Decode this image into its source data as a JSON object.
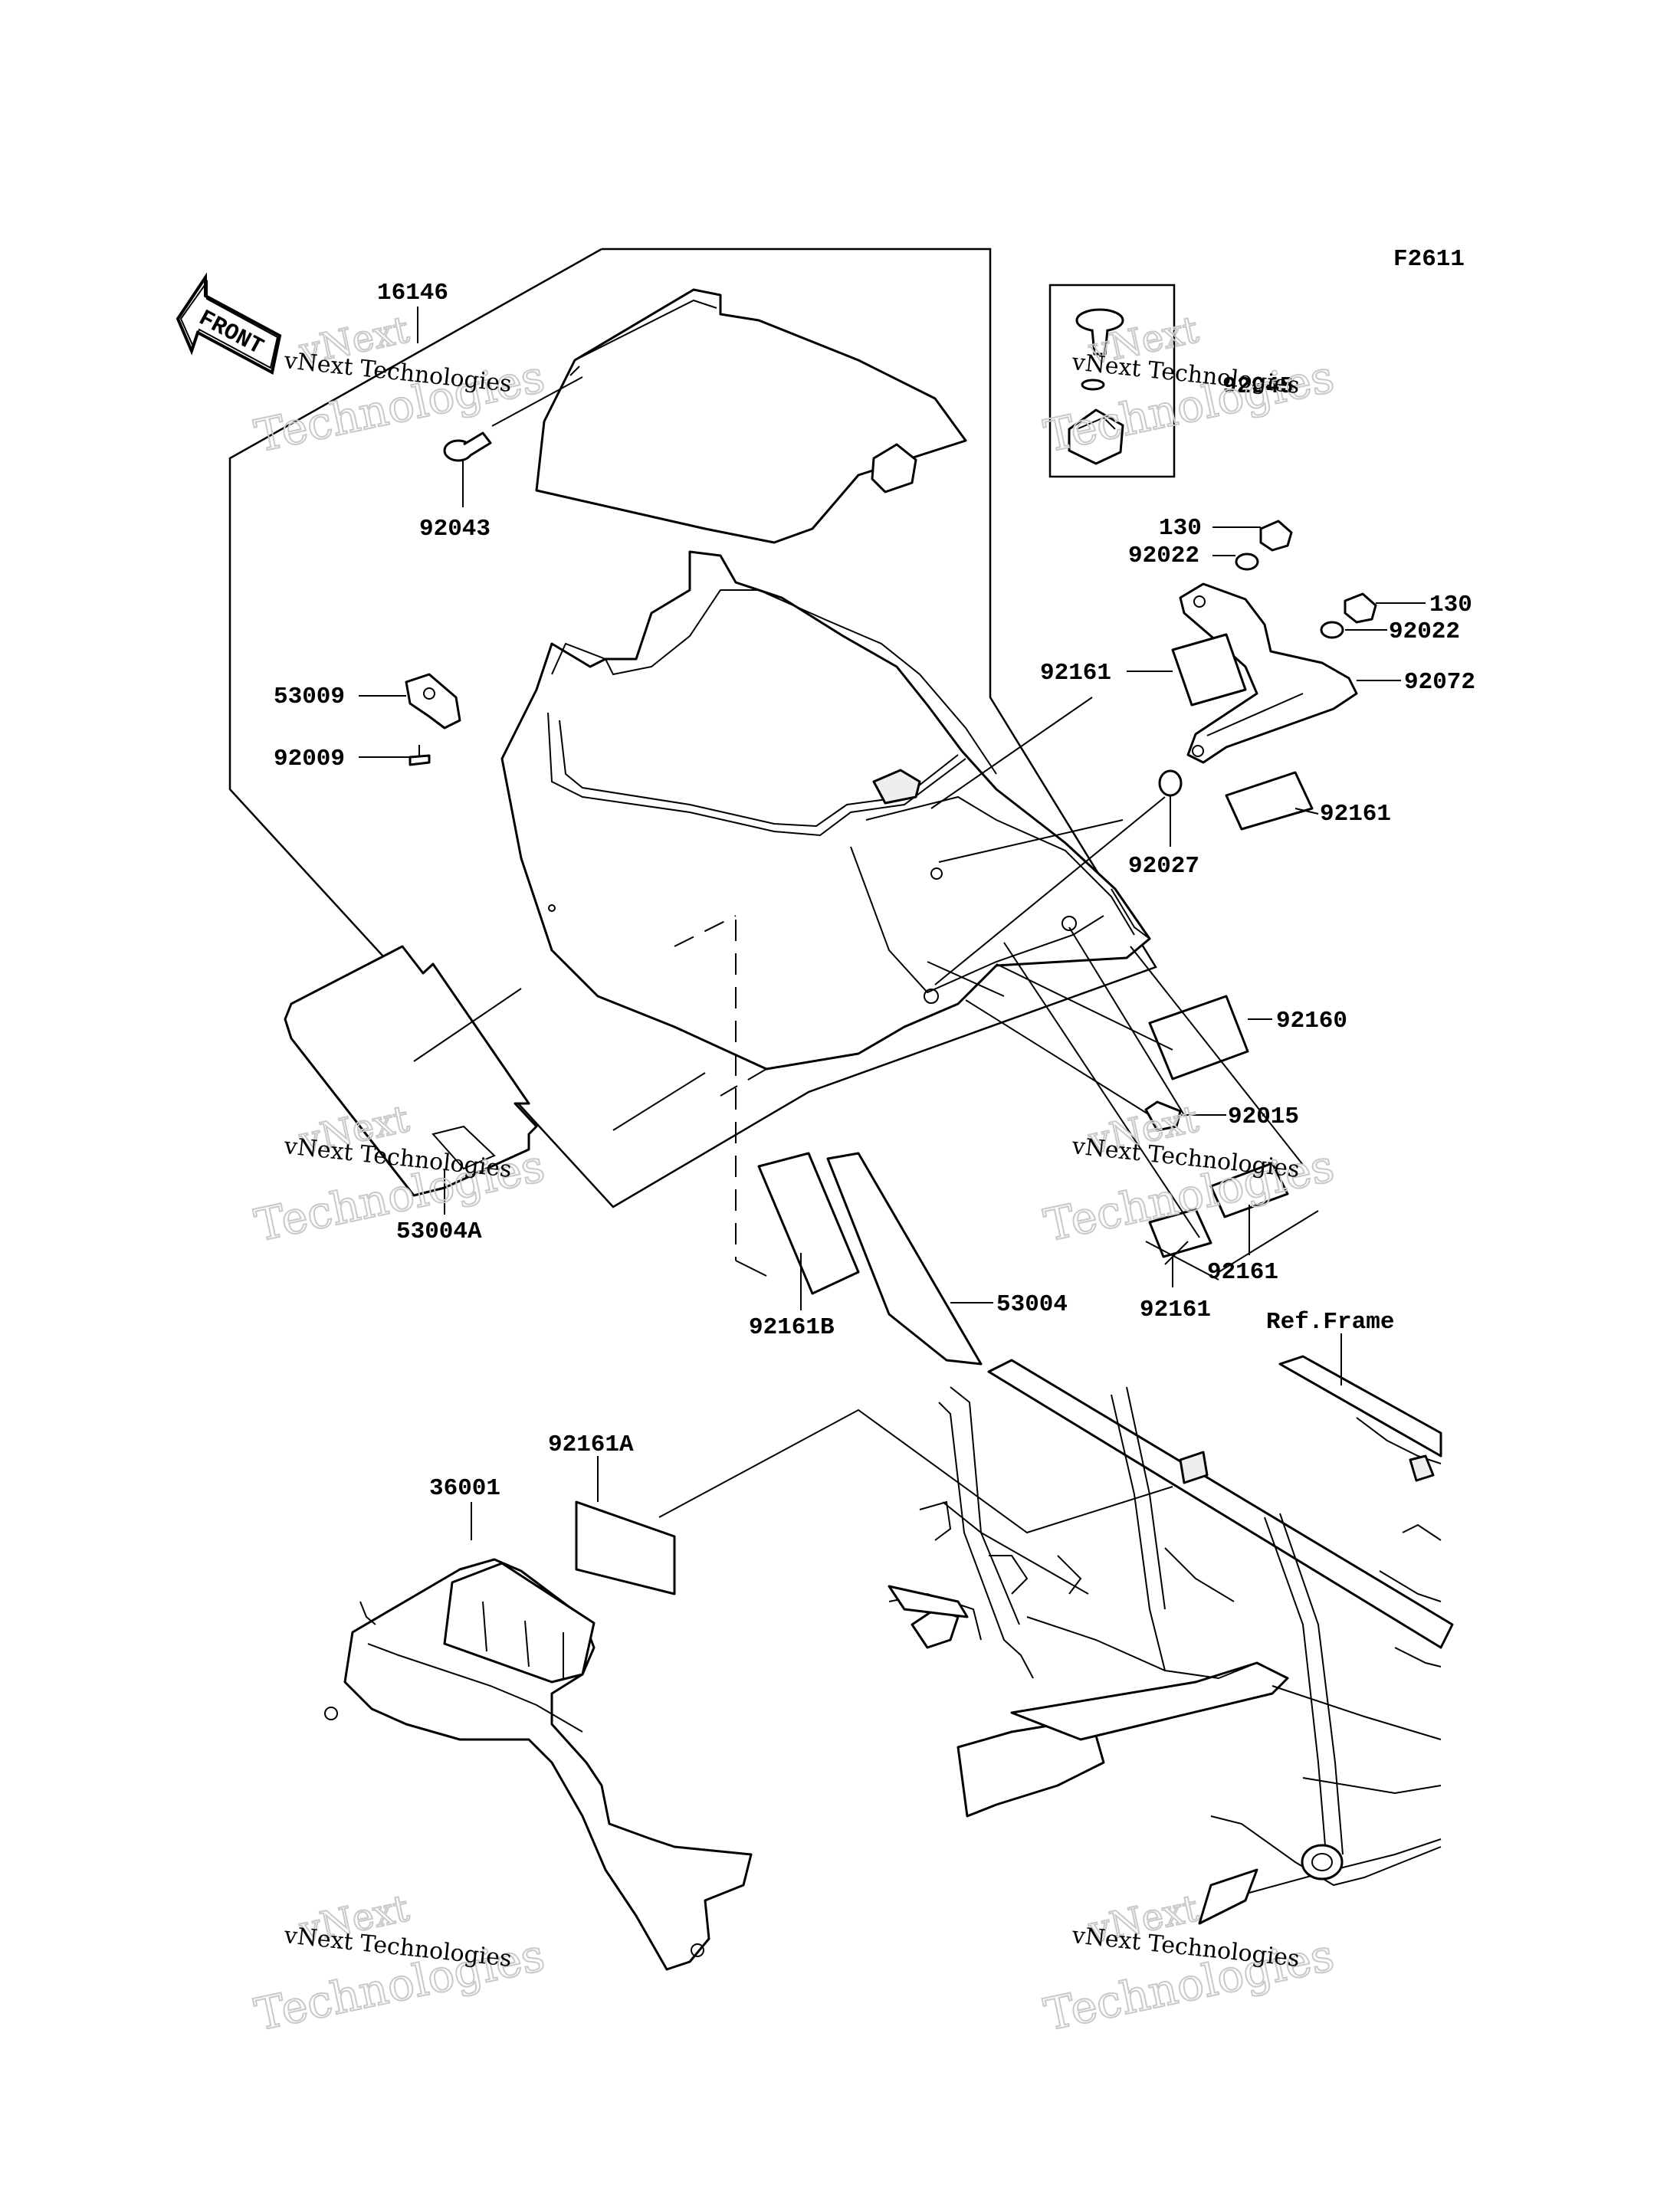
{
  "figure_code": "F2611",
  "front_label": "FRONT",
  "ref_frame_label": "Ref.Frame",
  "watermark": {
    "line1": "vNext",
    "line2": "vNext Technologies",
    "line3": "Technologies"
  },
  "parts": [
    {
      "id": "p16146",
      "number": "16146"
    },
    {
      "id": "p92043",
      "number": "92043"
    },
    {
      "id": "p53009",
      "number": "53009"
    },
    {
      "id": "p92009",
      "number": "92009"
    },
    {
      "id": "p92045",
      "number": "92045"
    },
    {
      "id": "p130a",
      "number": "130"
    },
    {
      "id": "p92022a",
      "number": "92022"
    },
    {
      "id": "p130b",
      "number": "130"
    },
    {
      "id": "p92022b",
      "number": "92022"
    },
    {
      "id": "p92161a",
      "number": "92161"
    },
    {
      "id": "p92072",
      "number": "92072"
    },
    {
      "id": "p92161b",
      "number": "92161"
    },
    {
      "id": "p92027",
      "number": "92027"
    },
    {
      "id": "p92160",
      "number": "92160"
    },
    {
      "id": "p92015",
      "number": "92015"
    },
    {
      "id": "p53004A",
      "number": "53004A"
    },
    {
      "id": "p92161c",
      "number": "92161"
    },
    {
      "id": "p92161d",
      "number": "92161"
    },
    {
      "id": "p92161B",
      "number": "92161B"
    },
    {
      "id": "p53004",
      "number": "53004"
    },
    {
      "id": "p92161A",
      "number": "92161A"
    },
    {
      "id": "p36001",
      "number": "36001"
    }
  ]
}
